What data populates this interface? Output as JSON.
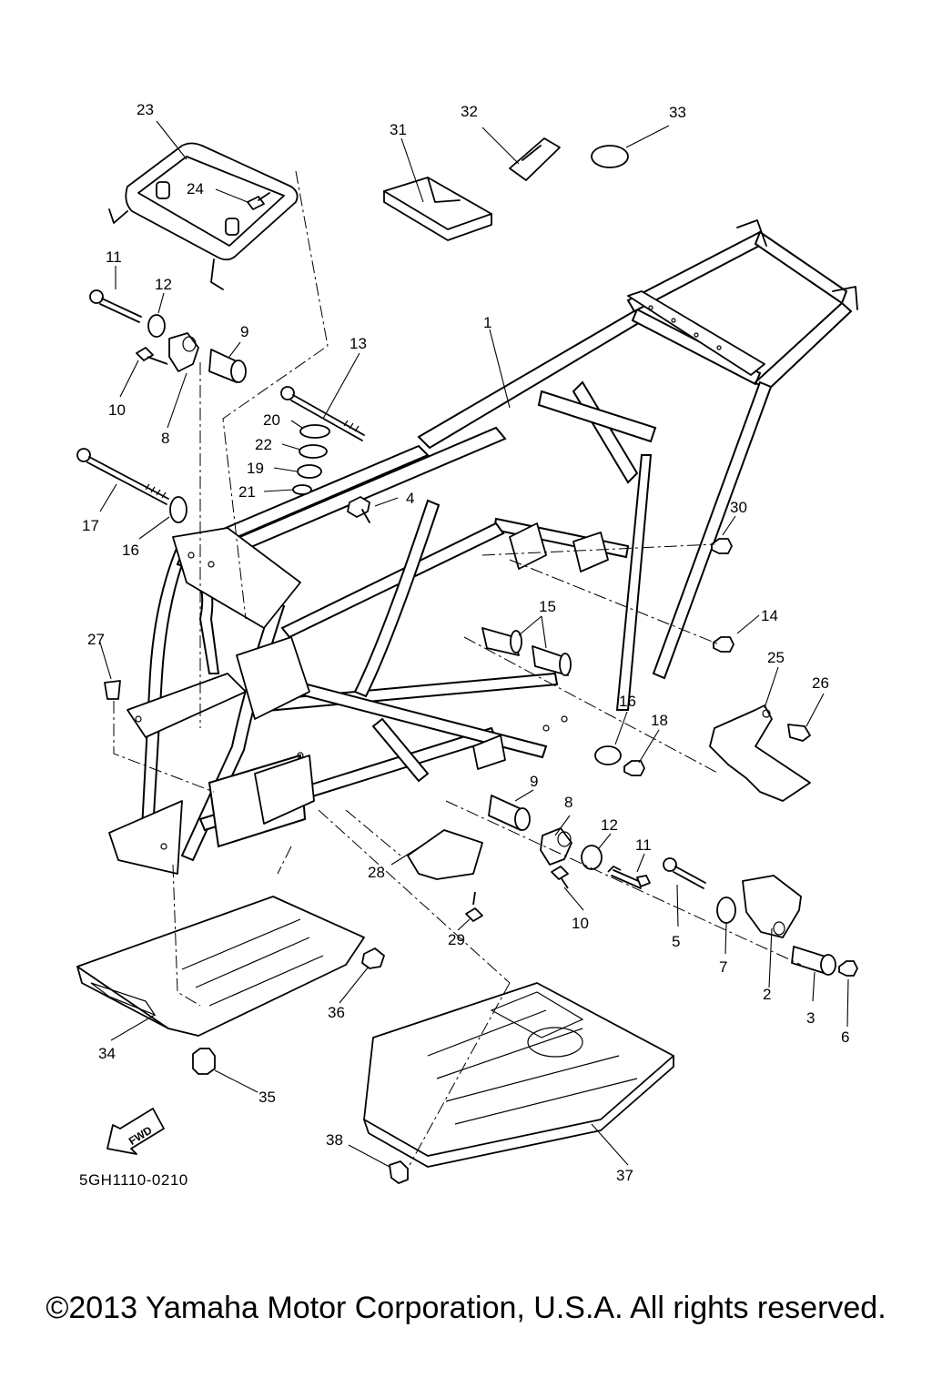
{
  "diagram": {
    "drawing_code": "5GH1110-0210",
    "fwd_badge": "FWD",
    "copyright": "©2013 Yamaha Motor Corporation, U.S.A. All rights reserved.",
    "callouts": [
      {
        "id": "c1",
        "label": "1"
      },
      {
        "id": "c2",
        "label": "2"
      },
      {
        "id": "c3",
        "label": "3"
      },
      {
        "id": "c4",
        "label": "4"
      },
      {
        "id": "c5",
        "label": "5"
      },
      {
        "id": "c6",
        "label": "6"
      },
      {
        "id": "c7",
        "label": "7"
      },
      {
        "id": "c8a",
        "label": "8"
      },
      {
        "id": "c8b",
        "label": "8"
      },
      {
        "id": "c9a",
        "label": "9"
      },
      {
        "id": "c9b",
        "label": "9"
      },
      {
        "id": "c10a",
        "label": "10"
      },
      {
        "id": "c10b",
        "label": "10"
      },
      {
        "id": "c11a",
        "label": "11"
      },
      {
        "id": "c11b",
        "label": "11"
      },
      {
        "id": "c12a",
        "label": "12"
      },
      {
        "id": "c12b",
        "label": "12"
      },
      {
        "id": "c13",
        "label": "13"
      },
      {
        "id": "c14",
        "label": "14"
      },
      {
        "id": "c15",
        "label": "15"
      },
      {
        "id": "c16a",
        "label": "16"
      },
      {
        "id": "c16b",
        "label": "16"
      },
      {
        "id": "c17",
        "label": "17"
      },
      {
        "id": "c18",
        "label": "18"
      },
      {
        "id": "c19",
        "label": "19"
      },
      {
        "id": "c20",
        "label": "20"
      },
      {
        "id": "c21",
        "label": "21"
      },
      {
        "id": "c22",
        "label": "22"
      },
      {
        "id": "c23",
        "label": "23"
      },
      {
        "id": "c24",
        "label": "24"
      },
      {
        "id": "c25",
        "label": "25"
      },
      {
        "id": "c26",
        "label": "26"
      },
      {
        "id": "c27",
        "label": "27"
      },
      {
        "id": "c28",
        "label": "28"
      },
      {
        "id": "c29",
        "label": "29"
      },
      {
        "id": "c30",
        "label": "30"
      },
      {
        "id": "c31",
        "label": "31"
      },
      {
        "id": "c32",
        "label": "32"
      },
      {
        "id": "c33",
        "label": "33"
      },
      {
        "id": "c34",
        "label": "34"
      },
      {
        "id": "c35",
        "label": "35"
      },
      {
        "id": "c36",
        "label": "36"
      },
      {
        "id": "c37",
        "label": "37"
      },
      {
        "id": "c38",
        "label": "38"
      }
    ]
  }
}
